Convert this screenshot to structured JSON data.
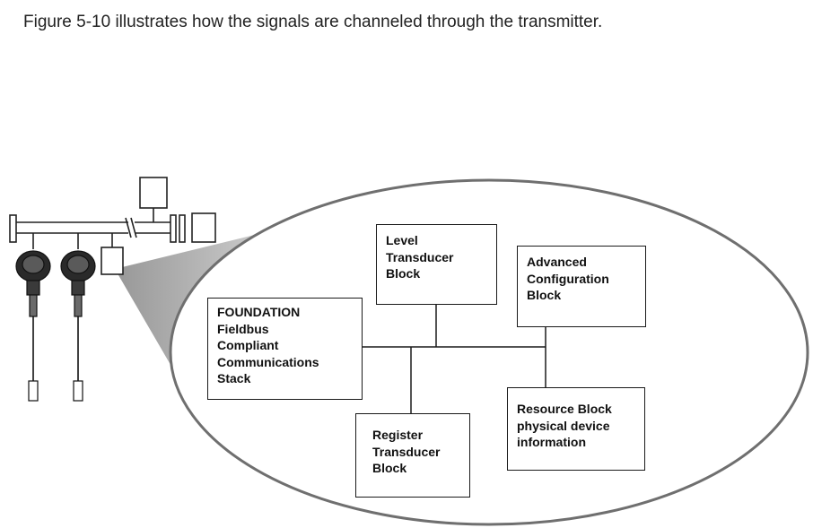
{
  "intro_text": "Figure 5-10 illustrates how the signals are channeled through the transmitter.",
  "blocks": {
    "level_transducer": [
      "Level",
      "Transducer",
      "Block"
    ],
    "advanced_configuration": [
      "Advanced",
      "Configuration",
      "Block"
    ],
    "foundation_stack": [
      "FOUNDATION",
      "Fieldbus",
      "Compliant",
      "Communications",
      "Stack"
    ],
    "register_transducer": [
      "Register",
      "Transducer",
      "Block"
    ],
    "resource_block": [
      "Resource Block",
      "physical device",
      "information"
    ]
  }
}
